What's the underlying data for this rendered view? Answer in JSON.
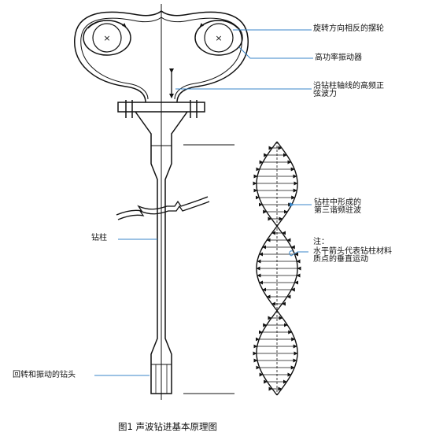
{
  "caption": "图1 声波钻进基本原理图",
  "labels": {
    "eccentric": "旋转方向相反的摆轮",
    "oscillator": "高功率振动器",
    "axial_force_line1": "沿钻柱轴线的高频正",
    "axial_force_line2": "弦波力",
    "third_harmonic_line1": "钻柱中形成的",
    "third_harmonic_line2": "第三谐频驻波",
    "note_line1": "注：",
    "note_line2": "水平箭头代表钻柱材料",
    "note_line3": "质点的垂直运动",
    "drill_string": "钻柱",
    "drill_bit": "回转和振动的钻头"
  },
  "colors": {
    "ink": "#111111",
    "leader": "#3a86c8",
    "background": "#ffffff"
  }
}
